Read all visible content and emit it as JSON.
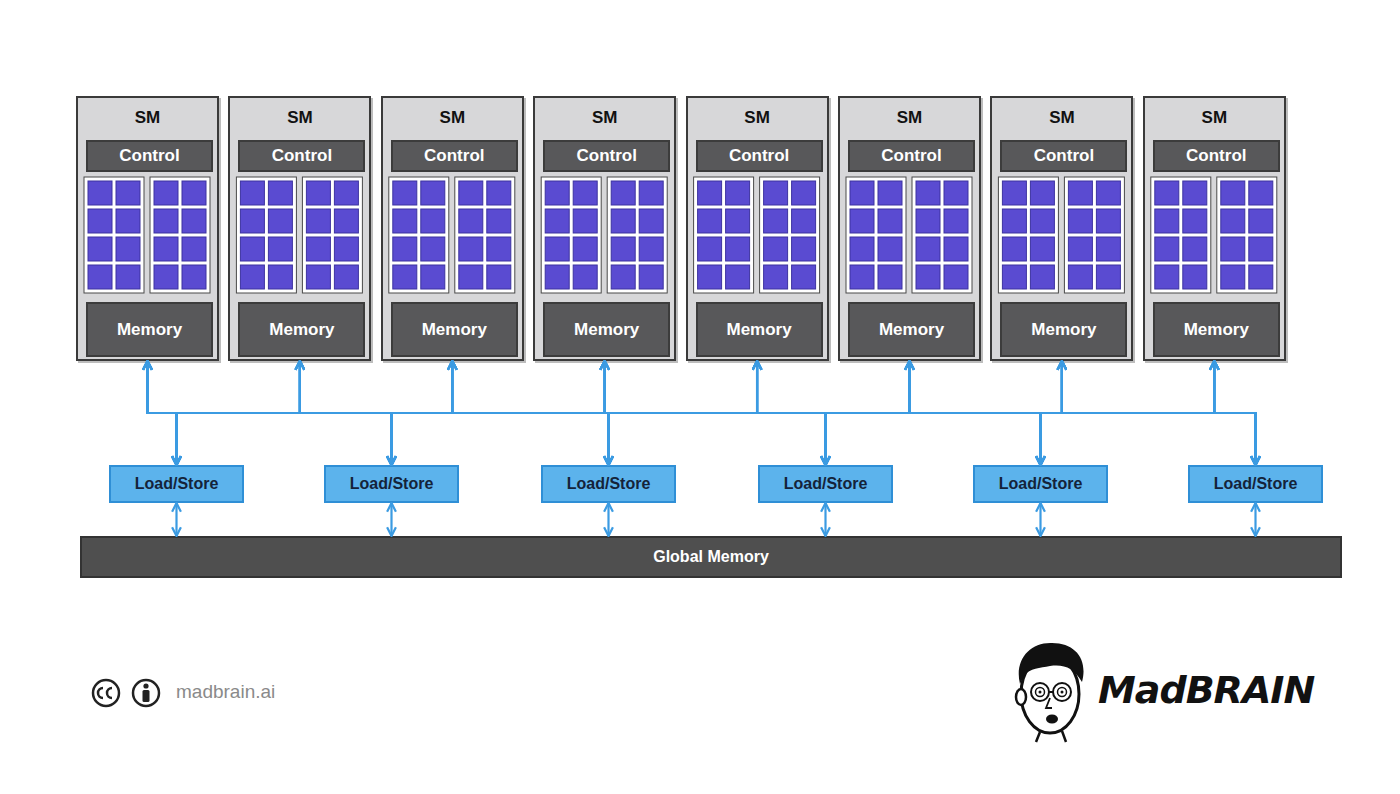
{
  "diagram": {
    "nodes": [
      {
        "text": [
          "SM"
        ]
      },
      {
        "text": [
          "Control"
        ],
        "in": 0
      },
      {
        "text": [
          "Memory"
        ],
        "in": 0
      },
      {
        "text": [
          "SM"
        ]
      },
      {
        "text": [
          "Control"
        ],
        "in": 3
      },
      {
        "text": [
          "Memory"
        ],
        "in": 3
      },
      {
        "text": [
          "SM"
        ]
      },
      {
        "text": [
          "Control"
        ],
        "in": 6
      },
      {
        "text": [
          "Memory"
        ],
        "in": 6
      },
      {
        "text": [
          "SM"
        ]
      },
      {
        "text": [
          "Control"
        ],
        "in": 9
      },
      {
        "text": [
          "Memory"
        ],
        "in": 9
      },
      {
        "text": [
          "SM"
        ]
      },
      {
        "text": [
          "Control"
        ],
        "in": 12
      },
      {
        "text": [
          "Memory"
        ],
        "in": 12
      },
      {
        "text": [
          "SM"
        ]
      },
      {
        "text": [
          "Control"
        ],
        "in": 15
      },
      {
        "text": [
          "Memory"
        ],
        "in": 15
      },
      {
        "text": [
          "SM"
        ]
      },
      {
        "text": [
          "Control"
        ],
        "in": 18
      },
      {
        "text": [
          "Memory"
        ],
        "in": 18
      },
      {
        "text": [
          "SM"
        ]
      },
      {
        "text": [
          "Control"
        ],
        "in": 21
      },
      {
        "text": [
          "Memory"
        ],
        "in": 21
      },
      {
        "text": [
          "Load/Store"
        ]
      },
      {
        "text": [
          "Load/Store"
        ]
      },
      {
        "text": [
          "Load/Store"
        ]
      },
      {
        "text": [
          "Load/Store"
        ]
      },
      {
        "text": [
          "Load/Store"
        ]
      },
      {
        "text": [
          "Load/Store"
        ]
      },
      {
        "text": [
          "Global Memory"
        ]
      }
    ],
    "edges": [
      {
        "from": 0,
        "to": 24,
        "arrow": "both"
      },
      {
        "from": 0,
        "to": 25,
        "arrow": "both"
      },
      {
        "from": 0,
        "to": 26,
        "arrow": "both"
      },
      {
        "from": 0,
        "to": 27,
        "arrow": "both"
      },
      {
        "from": 0,
        "to": 28,
        "arrow": "both"
      },
      {
        "from": 0,
        "to": 29,
        "arrow": "both"
      },
      {
        "from": 3,
        "to": 24,
        "arrow": "both"
      },
      {
        "from": 3,
        "to": 25,
        "arrow": "both"
      },
      {
        "from": 3,
        "to": 26,
        "arrow": "both"
      },
      {
        "from": 3,
        "to": 27,
        "arrow": "both"
      },
      {
        "from": 3,
        "to": 28,
        "arrow": "both"
      },
      {
        "from": 3,
        "to": 29,
        "arrow": "both"
      },
      {
        "from": 6,
        "to": 24,
        "arrow": "both"
      },
      {
        "from": 6,
        "to": 25,
        "arrow": "both"
      },
      {
        "from": 6,
        "to": 26,
        "arrow": "both"
      },
      {
        "from": 6,
        "to": 27,
        "arrow": "both"
      },
      {
        "from": 6,
        "to": 28,
        "arrow": "both"
      },
      {
        "from": 6,
        "to": 29,
        "arrow": "both"
      },
      {
        "from": 9,
        "to": 24,
        "arrow": "both"
      },
      {
        "from": 9,
        "to": 25,
        "arrow": "both"
      },
      {
        "from": 9,
        "to": 26,
        "arrow": "both"
      },
      {
        "from": 9,
        "to": 27,
        "arrow": "both"
      },
      {
        "from": 9,
        "to": 28,
        "arrow": "both"
      },
      {
        "from": 9,
        "to": 29,
        "arrow": "both"
      },
      {
        "from": 12,
        "to": 24,
        "arrow": "both"
      },
      {
        "from": 12,
        "to": 25,
        "arrow": "both"
      },
      {
        "from": 12,
        "to": 26,
        "arrow": "both"
      },
      {
        "from": 12,
        "to": 27,
        "arrow": "both"
      },
      {
        "from": 12,
        "to": 28,
        "arrow": "both"
      },
      {
        "from": 12,
        "to": 29,
        "arrow": "both"
      },
      {
        "from": 15,
        "to": 24,
        "arrow": "both"
      },
      {
        "from": 15,
        "to": 25,
        "arrow": "both"
      },
      {
        "from": 15,
        "to": 26,
        "arrow": "both"
      },
      {
        "from": 15,
        "to": 27,
        "arrow": "both"
      },
      {
        "from": 15,
        "to": 28,
        "arrow": "both"
      },
      {
        "from": 15,
        "to": 29,
        "arrow": "both"
      },
      {
        "from": 18,
        "to": 24,
        "arrow": "both"
      },
      {
        "from": 18,
        "to": 25,
        "arrow": "both"
      },
      {
        "from": 18,
        "to": 26,
        "arrow": "both"
      },
      {
        "from": 18,
        "to": 27,
        "arrow": "both"
      },
      {
        "from": 18,
        "to": 28,
        "arrow": "both"
      },
      {
        "from": 18,
        "to": 29,
        "arrow": "both"
      },
      {
        "from": 21,
        "to": 24,
        "arrow": "both"
      },
      {
        "from": 21,
        "to": 25,
        "arrow": "both"
      },
      {
        "from": 21,
        "to": 26,
        "arrow": "both"
      },
      {
        "from": 21,
        "to": 27,
        "arrow": "both"
      },
      {
        "from": 21,
        "to": 28,
        "arrow": "both"
      },
      {
        "from": 21,
        "to": 29,
        "arrow": "both"
      },
      {
        "from": 24,
        "to": 30,
        "arrow": "both"
      },
      {
        "from": 25,
        "to": 30,
        "arrow": "both"
      },
      {
        "from": 26,
        "to": 30,
        "arrow": "both"
      },
      {
        "from": 27,
        "to": 30,
        "arrow": "both"
      },
      {
        "from": 28,
        "to": 30,
        "arrow": "both"
      },
      {
        "from": 29,
        "to": 30,
        "arrow": "both"
      }
    ],
    "labels": [
      "madbrain.ai",
      "MadBRAIN"
    ]
  }
}
